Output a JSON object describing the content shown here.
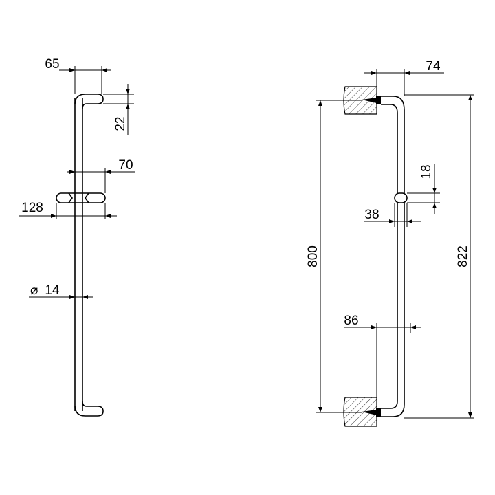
{
  "front_view": {
    "dim_top_width": "65",
    "dim_top_height": "22",
    "dim_slider_offset": "70",
    "dim_slider_width": "128",
    "dim_diameter": "14",
    "diameter_symbol": "⌀"
  },
  "side_view": {
    "dim_depth": "74",
    "dim_slider_height": "18",
    "dim_slider_depth": "38",
    "dim_bottom_depth": "86",
    "dim_centers": "800",
    "dim_overall": "822"
  }
}
